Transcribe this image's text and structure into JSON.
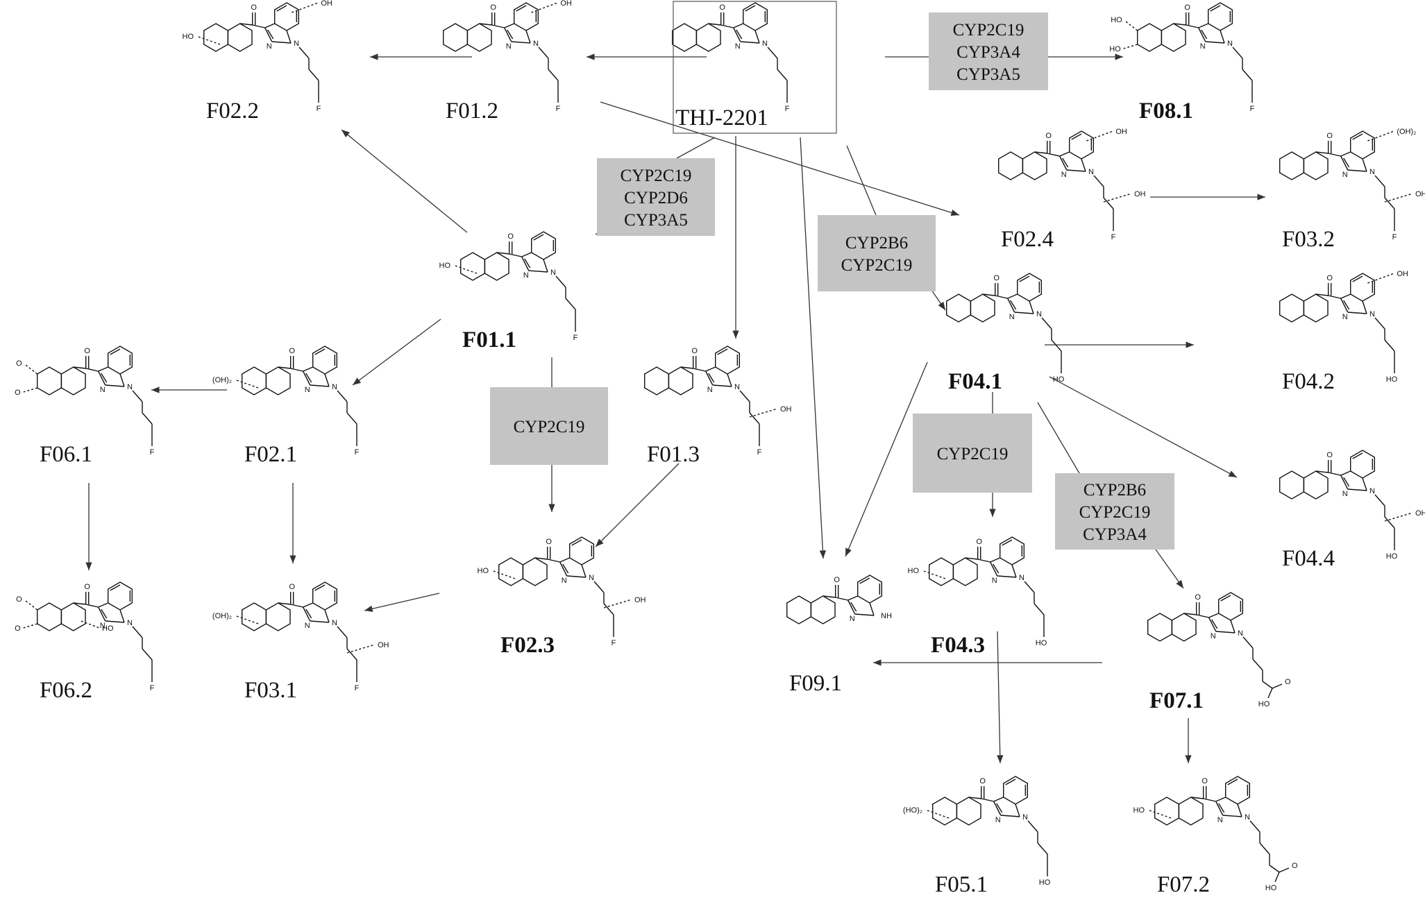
{
  "colors": {
    "enzyme_box": "#c4c4c4",
    "line": "#333333",
    "text": "#111111",
    "background": "#ffffff"
  },
  "nodes": [
    {
      "id": "THJ-2201",
      "label": "THJ-2201",
      "bold": false,
      "framed": true,
      "tail": "F",
      "subs": []
    },
    {
      "id": "F01.2",
      "label": "F01.2",
      "bold": false,
      "tail": "F",
      "subs": [
        {
          "at": "ind",
          "text": "OH"
        }
      ]
    },
    {
      "id": "F02.2",
      "label": "F02.2",
      "bold": false,
      "tail": "F",
      "subs": [
        {
          "at": "ind",
          "text": "OH"
        },
        {
          "at": "nap",
          "text": "HO"
        }
      ]
    },
    {
      "id": "F08.1",
      "label": "F08.1",
      "bold": true,
      "tail": "F",
      "subs": [
        {
          "at": "nap-top",
          "text": "HO"
        },
        {
          "at": "nap-bot",
          "text": "HO"
        }
      ]
    },
    {
      "id": "F02.4",
      "label": "F02.4",
      "bold": false,
      "tail": "F",
      "subs": [
        {
          "at": "ind",
          "text": "OH"
        },
        {
          "at": "chain",
          "text": "OH"
        }
      ]
    },
    {
      "id": "F03.2",
      "label": "F03.2",
      "bold": false,
      "tail": "F",
      "subs": [
        {
          "at": "ind",
          "text": "(OH)₂"
        },
        {
          "at": "chain",
          "text": "OH"
        }
      ]
    },
    {
      "id": "F01.1",
      "label": "F01.1",
      "bold": true,
      "tail": "F",
      "subs": [
        {
          "at": "nap",
          "text": "HO"
        }
      ]
    },
    {
      "id": "F04.1",
      "label": "F04.1",
      "bold": true,
      "tail": "HO",
      "subs": []
    },
    {
      "id": "F04.2",
      "label": "F04.2",
      "bold": false,
      "tail": "HO",
      "subs": [
        {
          "at": "ind",
          "text": "OH"
        }
      ]
    },
    {
      "id": "F06.1",
      "label": "F06.1",
      "bold": false,
      "tail": "F",
      "subs": [
        {
          "at": "nap-top",
          "text": "O"
        },
        {
          "at": "nap-bot",
          "text": "O"
        }
      ]
    },
    {
      "id": "F02.1",
      "label": "F02.1",
      "bold": false,
      "tail": "F",
      "subs": [
        {
          "at": "nap",
          "text": "(OH)₂"
        }
      ]
    },
    {
      "id": "F01.3",
      "label": "F01.3",
      "bold": false,
      "tail": "F",
      "subs": [
        {
          "at": "chain",
          "text": "OH"
        }
      ]
    },
    {
      "id": "F04.4",
      "label": "F04.4",
      "bold": false,
      "tail": "HO",
      "subs": [
        {
          "at": "chain",
          "text": "OH"
        }
      ]
    },
    {
      "id": "F06.2",
      "label": "F06.2",
      "bold": false,
      "tail": "F",
      "subs": [
        {
          "at": "nap-top",
          "text": "O"
        },
        {
          "at": "nap-bot",
          "text": "O"
        },
        {
          "at": "nap-in",
          "text": "HO"
        }
      ]
    },
    {
      "id": "F03.1",
      "label": "F03.1",
      "bold": false,
      "tail": "F",
      "subs": [
        {
          "at": "nap",
          "text": "(OH)₂"
        },
        {
          "at": "chain",
          "text": "OH"
        }
      ]
    },
    {
      "id": "F02.3",
      "label": "F02.3",
      "bold": true,
      "tail": "F",
      "subs": [
        {
          "at": "nap",
          "text": "HO"
        },
        {
          "at": "chain",
          "text": "OH"
        }
      ]
    },
    {
      "id": "F09.1",
      "label": "F09.1",
      "bold": false,
      "tail": "NH",
      "subs": []
    },
    {
      "id": "F04.3",
      "label": "F04.3",
      "bold": true,
      "tail": "HO",
      "subs": [
        {
          "at": "nap",
          "text": "HO"
        }
      ]
    },
    {
      "id": "F07.1",
      "label": "F07.1",
      "bold": true,
      "tail": "acid",
      "acid_text": "HO",
      "acid_o": "O",
      "subs": []
    },
    {
      "id": "F05.1",
      "label": "F05.1",
      "bold": false,
      "tail": "HO",
      "subs": [
        {
          "at": "nap",
          "text": "(HO)₂"
        }
      ]
    },
    {
      "id": "F07.2",
      "label": "F07.2",
      "bold": false,
      "tail": "acid",
      "acid_text": "HO",
      "acid_o": "O",
      "subs": [
        {
          "at": "nap",
          "text": "HO"
        }
      ]
    }
  ],
  "enzymes": [
    {
      "id": "enz-1",
      "lines": [
        "CYP2C19",
        "CYP3A4",
        "CYP3A5"
      ]
    },
    {
      "id": "enz-2",
      "lines": [
        "CYP2C19",
        "CYP2D6",
        "CYP3A5"
      ]
    },
    {
      "id": "enz-3",
      "lines": [
        "CYP2B6",
        "CYP2C19"
      ]
    },
    {
      "id": "enz-4",
      "lines": [
        "CYP2C19"
      ]
    },
    {
      "id": "enz-5",
      "lines": [
        "CYP2C19"
      ]
    },
    {
      "id": "enz-6",
      "lines": [
        "CYP2B6",
        "CYP2C19",
        "CYP3A4"
      ]
    }
  ],
  "atoms": {
    "ketone_o": "O",
    "n": "N",
    "n1": "N"
  }
}
